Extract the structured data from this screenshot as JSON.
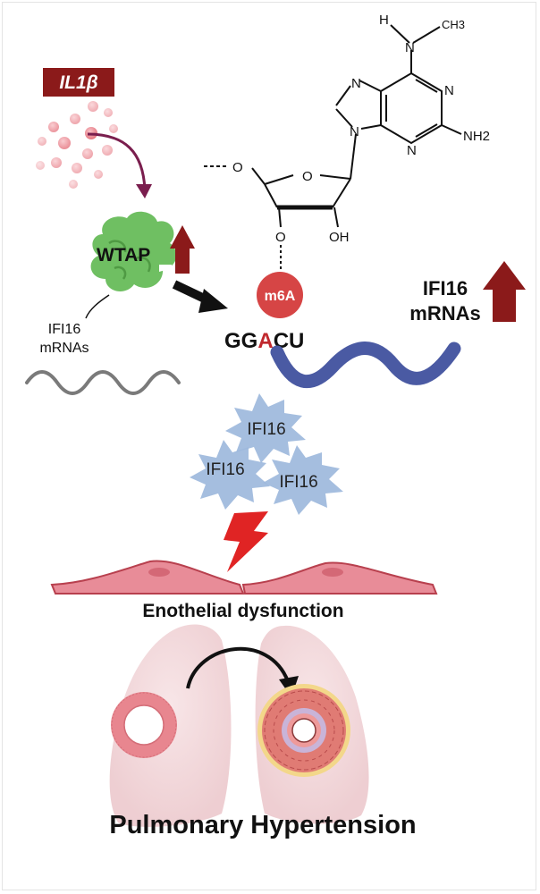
{
  "il1b": {
    "label": "IL1β",
    "badge_color": "#8b1a1a"
  },
  "wtap": {
    "label": "WTAP"
  },
  "left_mrna": {
    "line1": "IFI16",
    "line2": "mRNAs"
  },
  "molecule": {
    "h": "H",
    "n_methyl": "N",
    "ch3": "CH3",
    "n1": "N",
    "n3": "N",
    "n7": "N",
    "n9": "N",
    "nh2": "NH2",
    "o_ring": "O",
    "o5": "O",
    "o3": "O",
    "oh": "OH"
  },
  "m6a": {
    "label": "m6A",
    "color": "#d64545"
  },
  "motif": {
    "prefix": "GG",
    "highlight": "A",
    "suffix": "CU",
    "highlight_color": "#c0282d"
  },
  "right_mrna": {
    "line1": "IFI16",
    "line2": "mRNAs"
  },
  "proteins": [
    "IFI16",
    "IFI16",
    "IFI16"
  ],
  "dysfunction": "Enothelial dysfunction",
  "title": "Pulmonary Hypertension",
  "colors": {
    "arrow_red": "#8b1a1a",
    "mrna_blue": "#4a5aa3",
    "mrna_gray": "#7a7a7a",
    "star_blue": "#9db8dc",
    "bolt_red": "#e02424"
  }
}
